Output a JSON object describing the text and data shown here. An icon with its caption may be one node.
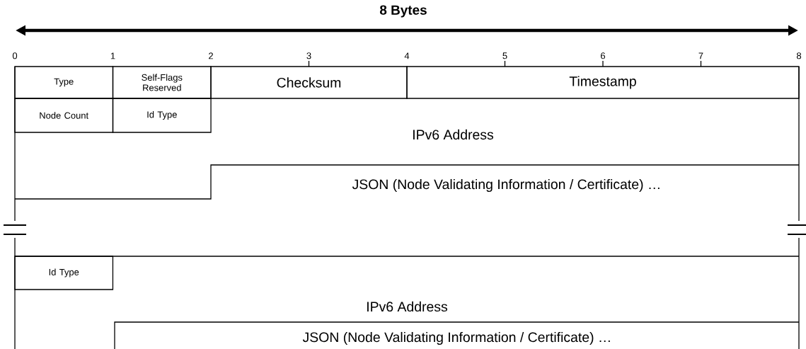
{
  "diagram": {
    "title": "8 Bytes",
    "nodes": [
      {
        "text": [
          "Type"
        ]
      },
      {
        "text": [
          "Self-Flags Reserved"
        ]
      },
      {
        "text": [
          "Checksum"
        ]
      },
      {
        "text": [
          "Timestamp"
        ]
      },
      {
        "text": [
          "Node Count"
        ]
      },
      {
        "text": [
          "Id Type"
        ]
      },
      {
        "text": [
          "IPv6 Address"
        ]
      },
      {
        "text": [
          "JSON (Node Validating Information / Certificate) …"
        ]
      },
      {
        "text": [
          "Id Type"
        ]
      },
      {
        "text": [
          "IPv6 Address"
        ]
      },
      {
        "text": [
          "JSON (Node Validating Information / Certificate) …"
        ]
      }
    ],
    "labels": [
      "0",
      "1",
      "2",
      "3",
      "4",
      "5",
      "6",
      "7",
      "8"
    ]
  }
}
